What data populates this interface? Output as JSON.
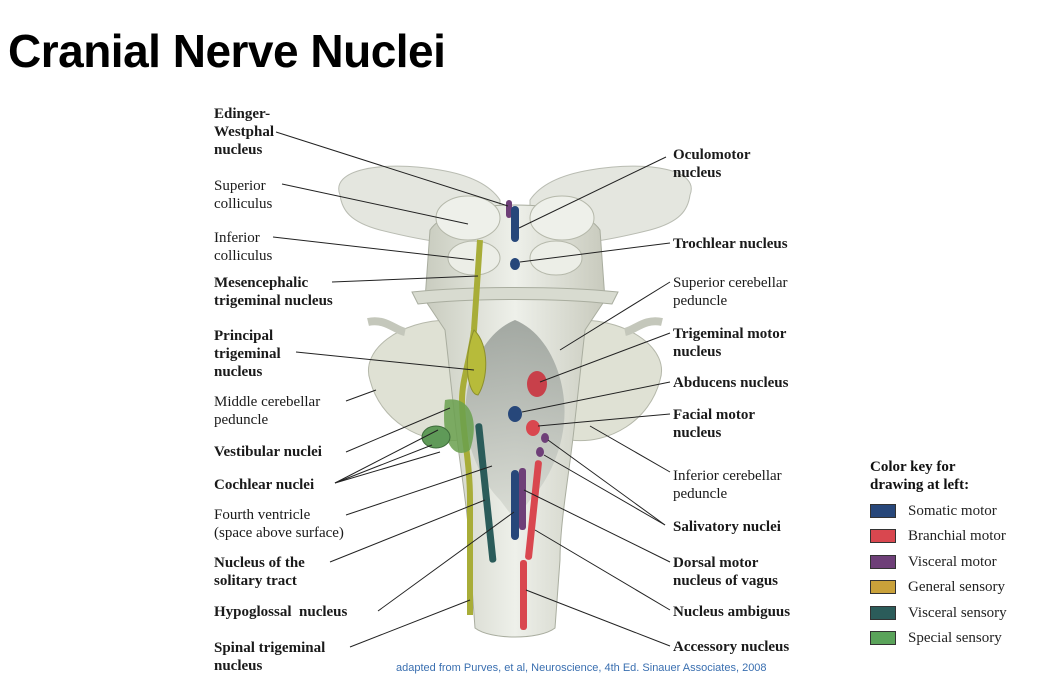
{
  "title": "Cranial Nerve Nuclei",
  "credit": "adapted from Purves, et al, Neuroscience, 4th Ed. Sinauer Associates, 2008",
  "labels_left": [
    {
      "id": "edinger",
      "text": "Edinger-\nWestphal\nnucleus",
      "bold": true
    },
    {
      "id": "sup-colliculus",
      "text": "Superior\ncolliculus",
      "bold": false
    },
    {
      "id": "inf-colliculus",
      "text": "Inferior\ncolliculus",
      "bold": false
    },
    {
      "id": "mesencephalic",
      "text": "Mesencephalic\ntrigeminal nucleus",
      "bold": true
    },
    {
      "id": "principal",
      "text": "Principal\ntrigeminal\nnucleus",
      "bold": true
    },
    {
      "id": "middle-ped",
      "text": "Middle cerebellar\npeduncle",
      "bold": false
    },
    {
      "id": "vestibular",
      "text": "Vestibular nuclei",
      "bold": true
    },
    {
      "id": "cochlear",
      "text": "Cochlear nuclei",
      "bold": true
    },
    {
      "id": "fourth-ventricle",
      "text": "Fourth ventricle\n(space above surface)",
      "bold": false
    },
    {
      "id": "solitary",
      "text": "Nucleus of the\nsolitary tract",
      "bold": true
    },
    {
      "id": "hypoglossal",
      "text": "Hypoglossal  nucleus",
      "bold": true
    },
    {
      "id": "spinal-trig",
      "text": "Spinal trigeminal\nnucleus",
      "bold": true
    }
  ],
  "labels_right": [
    {
      "id": "oculomotor",
      "text": "Oculomotor\nnucleus",
      "bold": true
    },
    {
      "id": "trochlear",
      "text": "Trochlear nucleus",
      "bold": true
    },
    {
      "id": "sup-ped",
      "text": "Superior cerebellar\npeduncle",
      "bold": false
    },
    {
      "id": "trig-motor",
      "text": "Trigeminal motor\nnucleus",
      "bold": true
    },
    {
      "id": "abducens",
      "text": "Abducens nucleus",
      "bold": true
    },
    {
      "id": "facial",
      "text": "Facial motor\nnucleus",
      "bold": true
    },
    {
      "id": "inf-ped",
      "text": "Inferior cerebellar\npeduncle",
      "bold": false
    },
    {
      "id": "salivatory",
      "text": "Salivatory nuclei",
      "bold": true
    },
    {
      "id": "dorsal-vagus",
      "text": "Dorsal motor\nnucleus of vagus",
      "bold": true
    },
    {
      "id": "ambiguus",
      "text": "Nucleus ambiguus",
      "bold": true
    },
    {
      "id": "accessory",
      "text": "Accessory nucleus",
      "bold": true
    }
  ],
  "color_key": {
    "title": "Color key for\ndrawing at left:",
    "items": [
      {
        "label": "Somatic motor",
        "color": "#27477a"
      },
      {
        "label": "Branchial motor",
        "color": "#d9474f"
      },
      {
        "label": "Visceral motor",
        "color": "#6e3f78"
      },
      {
        "label": "General sensory",
        "color": "#c9a13a"
      },
      {
        "label": "Visceral sensory",
        "color": "#2b5c5a"
      },
      {
        "label": "Special sensory",
        "color": "#5aa35a"
      }
    ]
  }
}
